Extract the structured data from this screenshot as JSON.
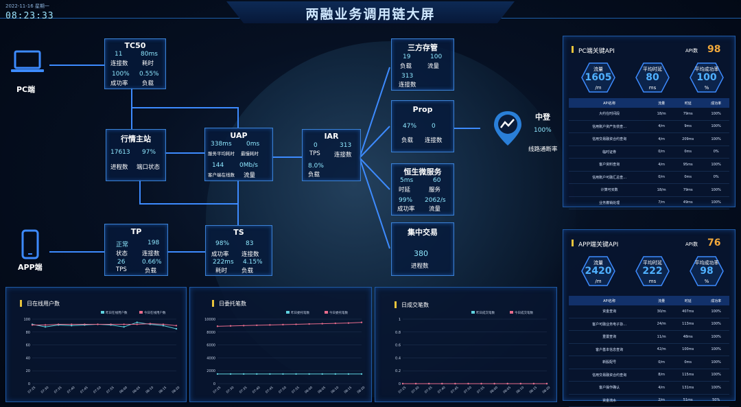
{
  "header": {
    "title": "两融业务调用链大屏",
    "date": "2022-11-16 星期一",
    "clock": "08:23:33"
  },
  "entry": {
    "pc_label": "PC端",
    "app_label": "APP端"
  },
  "nodes": {
    "tc50": {
      "title": "TC50",
      "v1": "11",
      "v2": "80ms",
      "l1": "连接数",
      "l2": "耗时",
      "v3": "100%",
      "v4": "0.55%",
      "l3": "成功率",
      "l4": "负载"
    },
    "hqzz": {
      "title": "行情主站",
      "v1": "17613",
      "v2": "97%",
      "l1": "进程数",
      "l2": "端口状态"
    },
    "uap": {
      "title": "UAP",
      "v1": "338ms",
      "v2": "0ms",
      "l1": "服务平均耗时",
      "l2": "最慢耗时",
      "v3": "144",
      "v4": "0Mb/s",
      "l3": "客户端在线数",
      "l4": "流量"
    },
    "tp": {
      "title": "TP",
      "v1": "正常",
      "v2": "198",
      "l1": "状态",
      "l2": "连接数",
      "v3": "26",
      "v4": "0.66%",
      "l3": "TPS",
      "l4": "负载"
    },
    "ts": {
      "title": "TS",
      "v1": "98%",
      "v2": "83",
      "l1": "成功率",
      "l2": "连接数",
      "v3": "222ms",
      "v4": "4.15%",
      "l3": "耗时",
      "l4": "负载"
    },
    "iar": {
      "title": "IAR",
      "v1": "0",
      "v2": "313",
      "l1": "TPS",
      "l2": "连接数",
      "v3": "8.0%",
      "l3": "负载"
    },
    "sfcg": {
      "title": "三方存管",
      "v1": "19",
      "v2": "100",
      "l1": "负载",
      "l2": "流量",
      "v3": "313",
      "l3": "连接数"
    },
    "prop": {
      "title": "Prop",
      "v1": "47%",
      "v2": "0",
      "l1": "负载",
      "l2": "连接数"
    },
    "hsws": {
      "title": "恒生微服务",
      "v1": "5ms",
      "v2": "60",
      "l1": "时延",
      "l2": "服务",
      "v3": "99%",
      "v4": "2062/s",
      "l3": "成功率",
      "l4": "流量"
    },
    "jzjy": {
      "title": "集中交易",
      "v1": "380",
      "l1": "进程数"
    },
    "zd": {
      "title": "中登",
      "v1": "100%",
      "l1": "线路通断率"
    }
  },
  "pc_api": {
    "title": "PC端关键API",
    "count_label": "API数",
    "count": "98",
    "stats": [
      {
        "label": "流量",
        "value": "1605",
        "unit": "/m"
      },
      {
        "label": "平均时延",
        "value": "80",
        "unit": "ms"
      },
      {
        "label": "平均成功率",
        "value": "100",
        "unit": "%"
      }
    ],
    "columns": [
      "API名称",
      "流量",
      "时延",
      "成功率"
    ],
    "rows": [
      [
        "大约在时间段",
        "18/m",
        "79ms",
        "100%"
      ],
      [
        "信用账户资产负债查…",
        "4/m",
        "9ms",
        "100%"
      ],
      [
        "信用交易融资合约查询",
        "4/m",
        "209ms",
        "100%"
      ],
      [
        "临时证券",
        "0/m",
        "0ms",
        "0%"
      ],
      [
        "客户资料查询",
        "4/m",
        "95ms",
        "100%"
      ],
      [
        "信用账户可融汇总查…",
        "0/m",
        "0ms",
        "0%"
      ],
      [
        "计算可买数",
        "18/m",
        "79ms",
        "100%"
      ],
      [
        "业务撤销处理",
        "7/m",
        "49ms",
        "100%"
      ]
    ]
  },
  "app_api": {
    "title": "APP端关键API",
    "count_label": "API数",
    "count": "76",
    "stats": [
      {
        "label": "流量",
        "value": "2420",
        "unit": "/m"
      },
      {
        "label": "平均时延",
        "value": "222",
        "unit": "ms"
      },
      {
        "label": "平均成功率",
        "value": "98",
        "unit": "%"
      }
    ],
    "columns": [
      "API名称",
      "流量",
      "时延",
      "成功率"
    ],
    "rows": [
      [
        "资金查询",
        "30/m",
        "407ms",
        "100%"
      ],
      [
        "客户可融业务电子协…",
        "24/m",
        "113ms",
        "100%"
      ],
      [
        "重置查询",
        "11/m",
        "48ms",
        "100%"
      ],
      [
        "客户基本信息查询",
        "42/m",
        "100ms",
        "100%"
      ],
      [
        "新股配号",
        "0/m",
        "0ms",
        "100%"
      ],
      [
        "信用交易融资合约查询",
        "8/m",
        "115ms",
        "100%"
      ],
      [
        "客户操作确认",
        "4/m",
        "131ms",
        "100%"
      ],
      [
        "资金流水",
        "2/m",
        "51ms",
        "50%"
      ]
    ]
  },
  "chart_data": [
    {
      "type": "line",
      "title": "日在线用户数",
      "legend": [
        "昨日在线用户数",
        "今日在线用户数"
      ],
      "x": [
        "07:25",
        "07:30",
        "07:35",
        "07:40",
        "07:45",
        "07:50",
        "07:55",
        "08:00",
        "08:05",
        "08:10",
        "08:15",
        "08:20"
      ],
      "series": [
        {
          "name": "昨日在线用户数",
          "values": [
            92,
            88,
            91,
            90,
            91,
            92,
            91,
            88,
            95,
            92,
            90,
            85
          ]
        },
        {
          "name": "今日在线用户数",
          "values": [
            91,
            91,
            92,
            92,
            92,
            92,
            92,
            92,
            92,
            93,
            92,
            90
          ]
        }
      ],
      "yticks": [
        "100",
        "80",
        "60",
        "40",
        "20",
        "0"
      ],
      "ylim": [
        0,
        100
      ]
    },
    {
      "type": "line",
      "title": "日委托笔数",
      "legend": [
        "昨日委托笔数",
        "今日委托笔数"
      ],
      "x": [
        "07:25",
        "07:30",
        "07:35",
        "07:40",
        "07:45",
        "07:50",
        "07:55",
        "08:00",
        "08:05",
        "08:10",
        "08:15",
        "08:20"
      ],
      "series": [
        {
          "name": "昨日委托笔数",
          "values": [
            1500,
            1500,
            1500,
            1500,
            1500,
            1500,
            1500,
            1500,
            1500,
            1500,
            1500,
            1500
          ]
        },
        {
          "name": "今日委托笔数",
          "values": [
            8900,
            8950,
            9000,
            9050,
            9100,
            9150,
            9200,
            9250,
            9300,
            9350,
            9400,
            9500
          ]
        }
      ],
      "yticks": [
        "10000",
        "8000",
        "6000",
        "4000",
        "2000",
        "0"
      ],
      "ylim": [
        0,
        10000
      ]
    },
    {
      "type": "line",
      "title": "日成交笔数",
      "legend": [
        "昨日成交笔数",
        "今日成交笔数"
      ],
      "x": [
        "07:25",
        "07:30",
        "07:35",
        "07:40",
        "07:45",
        "07:50",
        "07:55",
        "08:00",
        "08:05",
        "08:10",
        "08:15",
        "08:20"
      ],
      "series": [
        {
          "name": "昨日成交笔数",
          "values": [
            0,
            0,
            0,
            0,
            0,
            0,
            0,
            0,
            0,
            0,
            0,
            0
          ]
        },
        {
          "name": "今日成交笔数",
          "values": [
            0,
            0,
            0,
            0,
            0,
            0,
            0,
            0,
            0,
            0,
            0,
            0
          ]
        }
      ],
      "yticks": [
        "1",
        "0.8",
        "0.6",
        "0.4",
        "0.2",
        "0"
      ],
      "ylim": [
        0,
        1
      ]
    }
  ],
  "colors": {
    "accent": "#3d8bff",
    "value": "#8fe8ff",
    "yellow": "#e8c43c",
    "orange": "#f2a93b",
    "cyan": "#5fd3e0",
    "pink": "#e86c8c"
  }
}
